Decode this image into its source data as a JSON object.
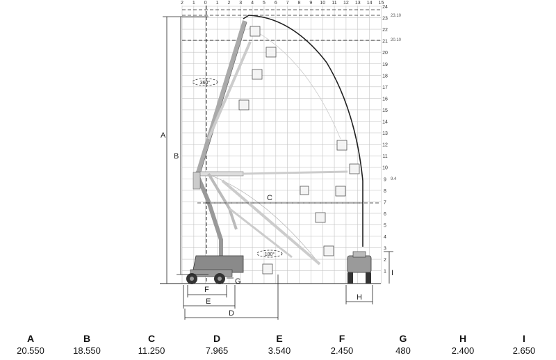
{
  "top_scale": [
    "2",
    "1",
    "0",
    "1",
    "2",
    "3",
    "4",
    "5",
    "6",
    "7",
    "8",
    "9",
    "10",
    "11",
    "12",
    "13",
    "14",
    "15"
  ],
  "right_scale": [
    "24",
    "23",
    "22",
    "21",
    "20",
    "19",
    "18",
    "17",
    "16",
    "15",
    "14",
    "13",
    "12",
    "11",
    "10",
    "9",
    "8",
    "7",
    "6",
    "5",
    "4",
    "3",
    "2",
    "1"
  ],
  "heights": {
    "top": "23.10",
    "mid": "20.10",
    "side": "9.4"
  },
  "rotation": {
    "upper": "360°",
    "lower": "180°"
  },
  "dim_letters": {
    "A": "A",
    "B": "B",
    "C": "C",
    "D": "D",
    "E": "E",
    "F": "F",
    "G": "G",
    "H": "H",
    "I": "I"
  },
  "specs": [
    {
      "key": "A",
      "value": "20.550"
    },
    {
      "key": "B",
      "value": "18.550"
    },
    {
      "key": "C",
      "value": "11.250"
    },
    {
      "key": "D",
      "value": "7.965"
    },
    {
      "key": "E",
      "value": "3.540"
    },
    {
      "key": "F",
      "value": "2.450"
    },
    {
      "key": "G",
      "value": "480"
    },
    {
      "key": "H",
      "value": "2.400"
    },
    {
      "key": "I",
      "value": "2.650"
    }
  ],
  "colors": {
    "line": "#222222",
    "grid": "#bbbbbb",
    "chassis": "#8a8a8a",
    "boom_light": "#c8c8c8"
  }
}
